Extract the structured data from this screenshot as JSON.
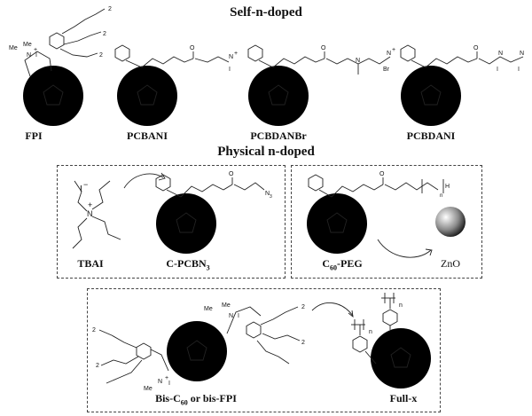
{
  "headings": {
    "self": "Self-n-doped",
    "physical": "Physical n-doped"
  },
  "labels": {
    "fpi": "FPI",
    "pcbani": "PCBANI",
    "pcbdanbr": "PCBDANBr",
    "pcbdani": "PCBDANI",
    "tbai": "TBAI",
    "cpcbn3_main": "C-PCBN",
    "cpcbn3_sub": "3",
    "c60peg_pre": "C",
    "c60peg_sub": "60",
    "c60peg_post": "-PEG",
    "zno": "ZnO",
    "bis_pre": "Bis-C",
    "bis_sub": "60",
    "bis_post": " or bis-FPI",
    "fullx": "Full-x"
  },
  "chem_text": {
    "iodide_tbai": "I",
    "iodide_tbai_charge": "−",
    "n_plus": "N",
    "plus": "+",
    "n3": "N",
    "n3_sub": "3",
    "nmm": "N",
    "iodide": "I",
    "bromide": "Br",
    "me": "Me",
    "n_sub": "n",
    "h": "H",
    "two": "2"
  }
}
